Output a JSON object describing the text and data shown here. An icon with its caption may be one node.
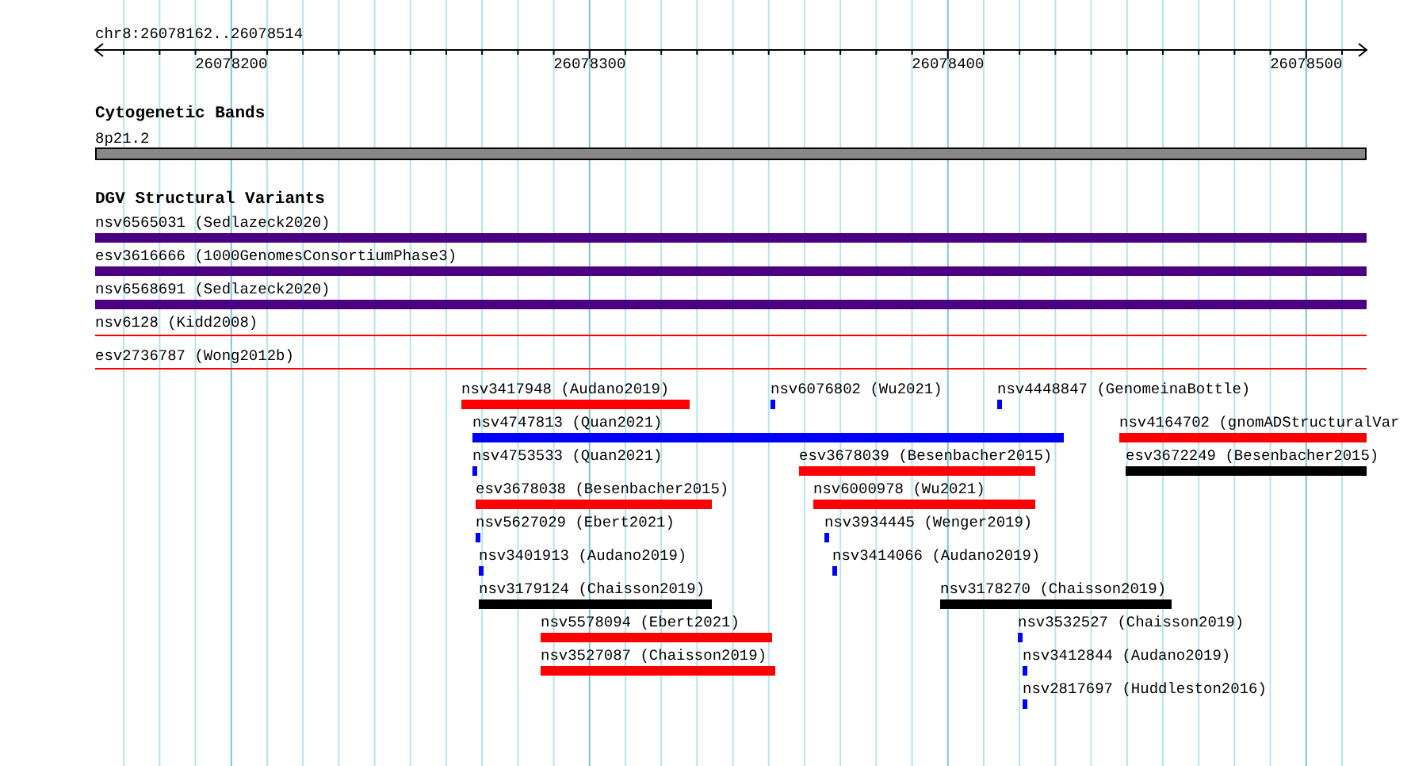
{
  "diagram": {
    "nodes": [
      {
        "text": [
          "8p21.2"
        ]
      },
      {
        "text": [
          "nsv6565031 (Sedlazeck2020)"
        ]
      },
      {
        "text": [
          "esv3616666 (1000GenomesConsortiumPhase3)"
        ]
      },
      {
        "text": [
          "nsv6568691 (Sedlazeck2020)"
        ]
      },
      {
        "text": [
          "nsv6128 (Kidd2008)"
        ]
      },
      {
        "text": [
          "esv2736787 (Wong2012b)"
        ]
      },
      {
        "text": [
          "nsv3417948 (Audano2019)"
        ]
      },
      {
        "text": [
          "nsv6076802 (Wu2021)"
        ]
      },
      {
        "text": [
          "nsv4448847 (GenomeinaBottle)"
        ]
      },
      {
        "text": [
          "nsv4747813 (Quan2021)"
        ]
      },
      {
        "text": [
          "nsv4164702 (gnomADStructuralVar"
        ]
      },
      {
        "text": [
          "nsv4753533 (Quan2021)"
        ]
      },
      {
        "text": [
          "esv3678039 (Besenbacher2015)"
        ]
      },
      {
        "text": [
          "esv3672249 (Besenbacher2015)"
        ]
      },
      {
        "text": [
          "esv3678038 (Besenbacher2015)"
        ]
      },
      {
        "text": [
          "nsv6000978 (Wu2021)"
        ]
      },
      {
        "text": [
          "nsv5627029 (Ebert2021)"
        ]
      },
      {
        "text": [
          "nsv3934445 (Wenger2019)"
        ]
      },
      {
        "text": [
          "nsv3401913 (Audano2019)"
        ]
      },
      {
        "text": [
          "nsv3414066 (Audano2019)"
        ]
      },
      {
        "text": [
          "nsv3179124 (Chaisson2019)"
        ]
      },
      {
        "text": [
          "nsv3178270 (Chaisson2019)"
        ]
      },
      {
        "text": [
          "nsv5578094 (Ebert2021)"
        ]
      },
      {
        "text": [
          "nsv3532527 (Chaisson2019)"
        ]
      },
      {
        "text": [
          "nsv3527087 (Chaisson2019)"
        ]
      },
      {
        "text": [
          "nsv3412844 (Audano2019)"
        ]
      },
      {
        "text": [
          "nsv2817697 (Huddleston2016)"
        ]
      }
    ],
    "labels": [
      "chr8:26078162..26078514",
      "26078200",
      "26078300",
      "26078400",
      "26078500",
      "Cytogenetic Bands",
      "DGV Structural Variants"
    ]
  }
}
